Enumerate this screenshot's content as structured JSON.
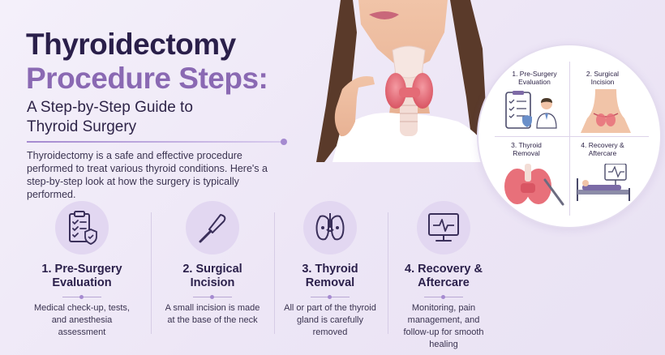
{
  "title": {
    "line1": "Thyroidectomy",
    "line2": "Procedure Steps:",
    "subtitle_line1": "A Step-by-Step Guide to",
    "subtitle_line2": "Thyroid Surgery"
  },
  "intro": "Thyroidectomy is a safe and effective procedure performed to treat various thyroid conditions. Here's a step-by-step look at how the surgery is typically performed.",
  "circle": {
    "q1": [
      "1. Pre-Surgery",
      "Evaluation"
    ],
    "q2": [
      "2. Surgical",
      "Incision"
    ],
    "q3": [
      "3. Thyroid",
      "Removal"
    ],
    "q4": [
      "4. Recovery &",
      "Aftercare"
    ]
  },
  "steps": [
    {
      "title1": "1. Pre-Surgery",
      "title2": "Evaluation",
      "desc": "Medical check-up, tests, and anesthesia assessment",
      "icon": "clipboard-check-icon"
    },
    {
      "title1": "2. Surgical",
      "title2": "Incision",
      "desc": "A small incision is made at the base of the neck",
      "icon": "scalpel-icon"
    },
    {
      "title1": "3. Thyroid",
      "title2": "Removal",
      "desc": "All or part of the thyroid gland is carefully removed",
      "icon": "thyroid-icon"
    },
    {
      "title1": "4. Recovery &",
      "title2": "Aftercare",
      "desc": "Monitoring, pain management, and follow-up for smooth healing",
      "icon": "monitor-icon"
    }
  ],
  "colors": {
    "title_dark": "#2a1f4a",
    "title_accent": "#8a69b3",
    "icon_bg": "#e2d7f1",
    "thyroid": "#e8707a"
  }
}
